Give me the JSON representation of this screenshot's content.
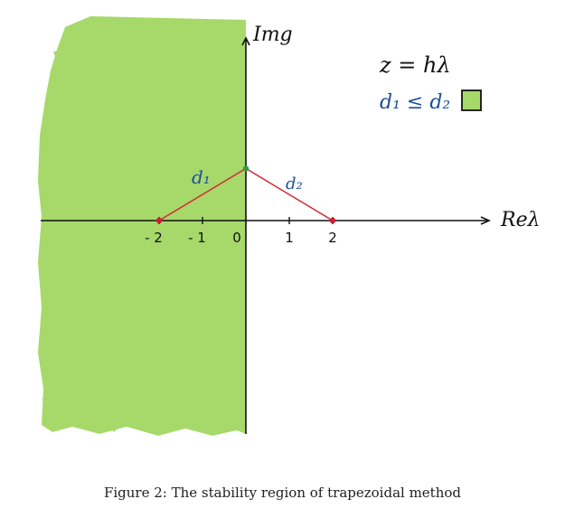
{
  "axes": {
    "x_label": "Reλ",
    "y_label": "Img",
    "ticks": [
      {
        "value": -2,
        "label": "- 2"
      },
      {
        "value": -1,
        "label": "- 1"
      },
      {
        "value": 0,
        "label": "0"
      },
      {
        "value": 1,
        "label": "1"
      },
      {
        "value": 2,
        "label": "2"
      }
    ]
  },
  "legend": {
    "equation": "z = hλ",
    "condition": "d₁ ≤ d₂"
  },
  "segments": {
    "d1_label": "d₁",
    "d2_label": "d₂"
  },
  "points": [
    {
      "name": "point-minus-two",
      "x": -2,
      "y": 0,
      "color": "#cc1f2e"
    },
    {
      "name": "point-imag",
      "x": 0,
      "y": 1.2,
      "color": "#2f9e44"
    },
    {
      "name": "point-two",
      "x": 2,
      "y": 0,
      "color": "#cc1f2e"
    }
  ],
  "colors": {
    "region": "#a6d96a",
    "line": "#d6232f",
    "blue_text": "#1c4f9c",
    "axis": "#111111"
  },
  "caption": "Figure 2: The stability region of trapezoidal method"
}
